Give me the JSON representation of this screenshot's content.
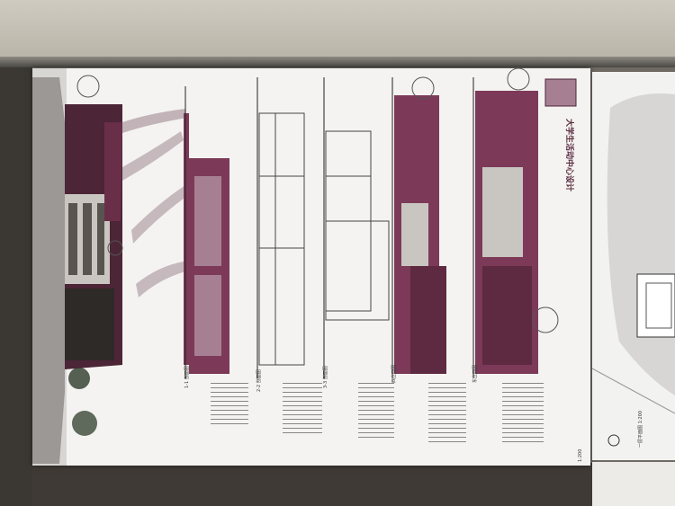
{
  "poster": {
    "title": "大学生活动中心设计",
    "label_a": "1-1 剖面图",
    "label_b": "2-2 剖面图",
    "label_c": "3-3 剖面图",
    "label_d": "西立面图",
    "label_e": "东立面图",
    "scale_note": "1:200"
  },
  "right_poster": {
    "plan_label": "一层平面图 1:200"
  },
  "colors": {
    "accent": "#7c3a58",
    "accent_dark": "#4e2436",
    "wall": "#b9b4a8",
    "board": "#3f3a35"
  }
}
